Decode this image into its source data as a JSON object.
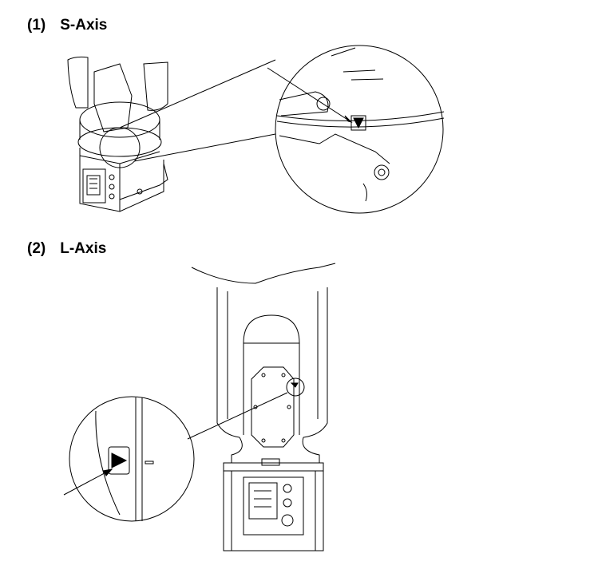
{
  "sections": [
    {
      "number": "(1)",
      "title": "S-Axis"
    },
    {
      "number": "(2)",
      "title": "L-Axis"
    }
  ],
  "colors": {
    "line": "#000000",
    "background": "#ffffff"
  }
}
